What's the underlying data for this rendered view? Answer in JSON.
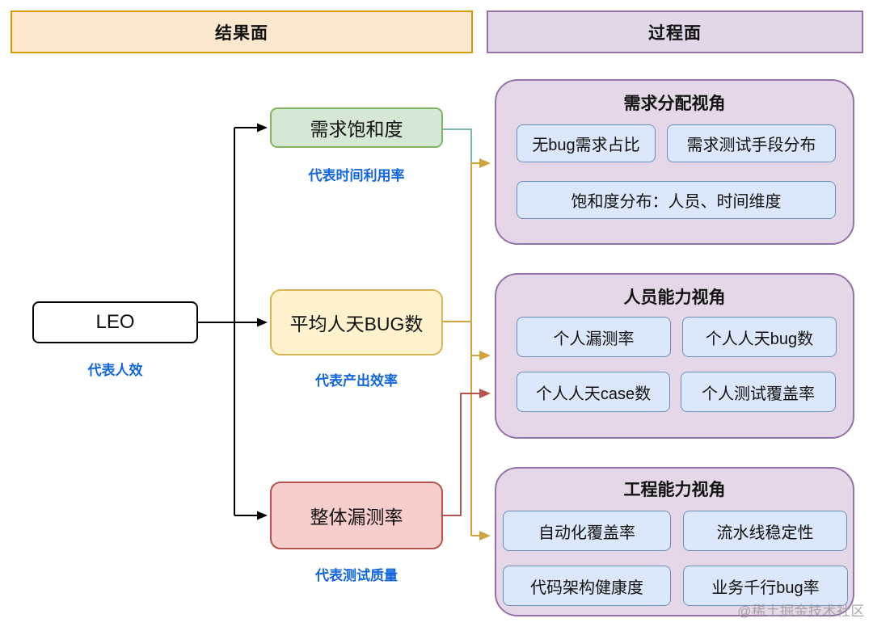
{
  "headers": {
    "result": "结果面",
    "process": "过程面"
  },
  "root": {
    "label": "LEO",
    "caption": "代表人效"
  },
  "result_metrics": [
    {
      "label": "需求饱和度",
      "caption": "代表时间利用率",
      "color": "#82B366"
    },
    {
      "label": "平均人天BUG数",
      "caption": "代表产出效率",
      "color": "#D6B656"
    },
    {
      "label": "整体漏测率",
      "caption": "代表测试质量",
      "color": "#B85450"
    }
  ],
  "process_groups": [
    {
      "title": "需求分配视角",
      "metrics": [
        "无bug需求占比",
        "需求测试手段分布",
        "饱和度分布：人员、时间维度"
      ]
    },
    {
      "title": "人员能力视角",
      "metrics": [
        "个人漏测率",
        "个人人天bug数",
        "个人人天case数",
        "个人测试覆盖率"
      ]
    },
    {
      "title": "工程能力视角",
      "metrics": [
        "自动化覆盖率",
        "流水线稳定性",
        "代码架构健康度",
        "业务千行bug率"
      ]
    }
  ],
  "colors": {
    "result_header_fill": "#FCE8CE",
    "result_header_stroke": "#D79B00",
    "process_header_fill": "#E2D6E9",
    "process_purple_stroke": "#9673A6",
    "metric_fill": "#DBE8FB",
    "metric_stroke": "#6C8EBF",
    "caption_blue": "#1367DB",
    "edge_black": "#000000",
    "edge_teal": "#7CB9A8",
    "edge_gold": "#D2A43E",
    "edge_red": "#B85450"
  },
  "watermark": "@稀土掘金技术社区"
}
